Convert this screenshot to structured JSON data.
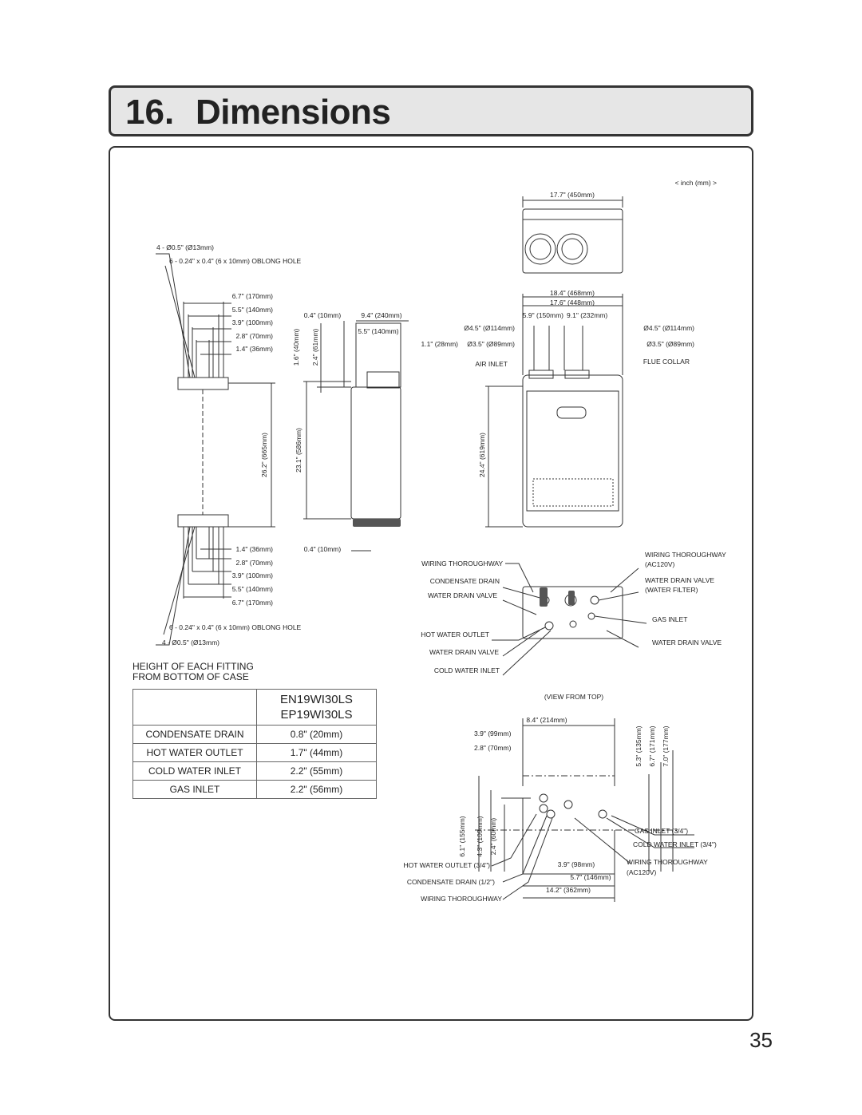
{
  "header": {
    "number": "16.",
    "title": "Dimensions"
  },
  "unit_note": "< inch (mm) >",
  "page_number": "35",
  "fittings_caption": [
    "HEIGHT OF EACH FITTING",
    "FROM BOTTOM OF CASE"
  ],
  "fittings_table": {
    "models": [
      "EN19WI30LS",
      "EP19WI30LS"
    ],
    "rows": [
      {
        "name": "CONDENSATE DRAIN",
        "value": "0.8\" (20mm)"
      },
      {
        "name": "HOT WATER OUTLET",
        "value": "1.7\" (44mm)"
      },
      {
        "name": "COLD WATER INLET",
        "value": "2.2\" (55mm)"
      },
      {
        "name": "GAS INLET",
        "value": "2.2\" (56mm)"
      }
    ]
  },
  "bracket": {
    "holes_top": "4 - Ø0.5\" (Ø13mm)",
    "oblong_top": "6 - 0.24\" x 0.4\" (6 x 10mm) OBLONG HOLE",
    "dims_top": [
      "6.7\" (170mm)",
      "5.5\" (140mm)",
      "3.9\" (100mm)",
      "2.8\" (70mm)",
      "1.4\" (36mm)"
    ],
    "dims_bottom": [
      "1.4\" (36mm)",
      "2.8\" (70mm)",
      "3.9\" (100mm)",
      "5.5\" (140mm)",
      "6.7\" (170mm)"
    ],
    "oblong_bottom": "6 - 0.24\" x 0.4\" (6 x 10mm) OBLONG HOLE",
    "holes_bottom": "4 - Ø0.5\" (Ø13mm)",
    "spacing": "26.2\" (665mm)"
  },
  "side": {
    "d1": "0.4\" (10mm)",
    "d2": "9.4\" (240mm)",
    "d3": "5.5\" (140mm)",
    "v1": "1.6\" (40mm)",
    "v2": "2.4\" (61mm)",
    "height": "23.1\" (586mm)",
    "d4": "0.4\" (10mm)"
  },
  "front": {
    "width_top": "17.7\" (450mm)",
    "w1": "18.4\" (468mm)",
    "w2": "17.6\" (448mm)",
    "w3": "5.9\" (150mm)",
    "w4": "9.1\" (232mm)",
    "d_left_outer": "Ø4.5\" (Ø114mm)",
    "d_left_inner": "Ø3.5\" (Ø89mm)",
    "offset": "1.1\" (28mm)",
    "d_right_outer": "Ø4.5\" (Ø114mm)",
    "d_right_inner": "Ø3.5\" (Ø89mm)",
    "air_inlet": "AIR INLET",
    "flue_collar": "FLUE COLLAR",
    "height": "24.4\" (619mm)"
  },
  "bottom_labels": {
    "left": [
      "WIRING THOROUGHWAY",
      "CONDENSATE DRAIN",
      "WATER DRAIN VALVE",
      "HOT WATER OUTLET",
      "WATER DRAIN VALVE",
      "COLD WATER INLET"
    ],
    "right": [
      "WIRING THOROUGHWAY",
      "(AC120V)",
      "WATER DRAIN VALVE",
      "(WATER FILTER)",
      "GAS INLET",
      "WATER DRAIN VALVE"
    ]
  },
  "top_view": {
    "caption": "(VIEW FROM TOP)",
    "w": "8.4\" (214mm)",
    "a": "3.9\" (99mm)",
    "b": "2.8\" (70mm)",
    "v": [
      "5.3\" (135mm)",
      "6.7\" (171mm)",
      "7.0\" (177mm)"
    ],
    "v_left": [
      "6.1\" (155mm)",
      "4.3\" (109mm)",
      "2.4\" (60mm)"
    ],
    "labels_right": [
      "GAS INLET (3/4\")",
      "COLD WATER INLET (3/4\")",
      "WIRING THOROUGHWAY",
      "(AC120V)"
    ],
    "labels_left": [
      "HOT WATER OUTLET (3/4\")",
      "CONDENSATE DRAIN (1/2\")",
      "WIRING THOROUGHWAY"
    ],
    "bottom": [
      "3.9\" (98mm)",
      "5.7\" (146mm)",
      "14.2\" (362mm)"
    ]
  }
}
